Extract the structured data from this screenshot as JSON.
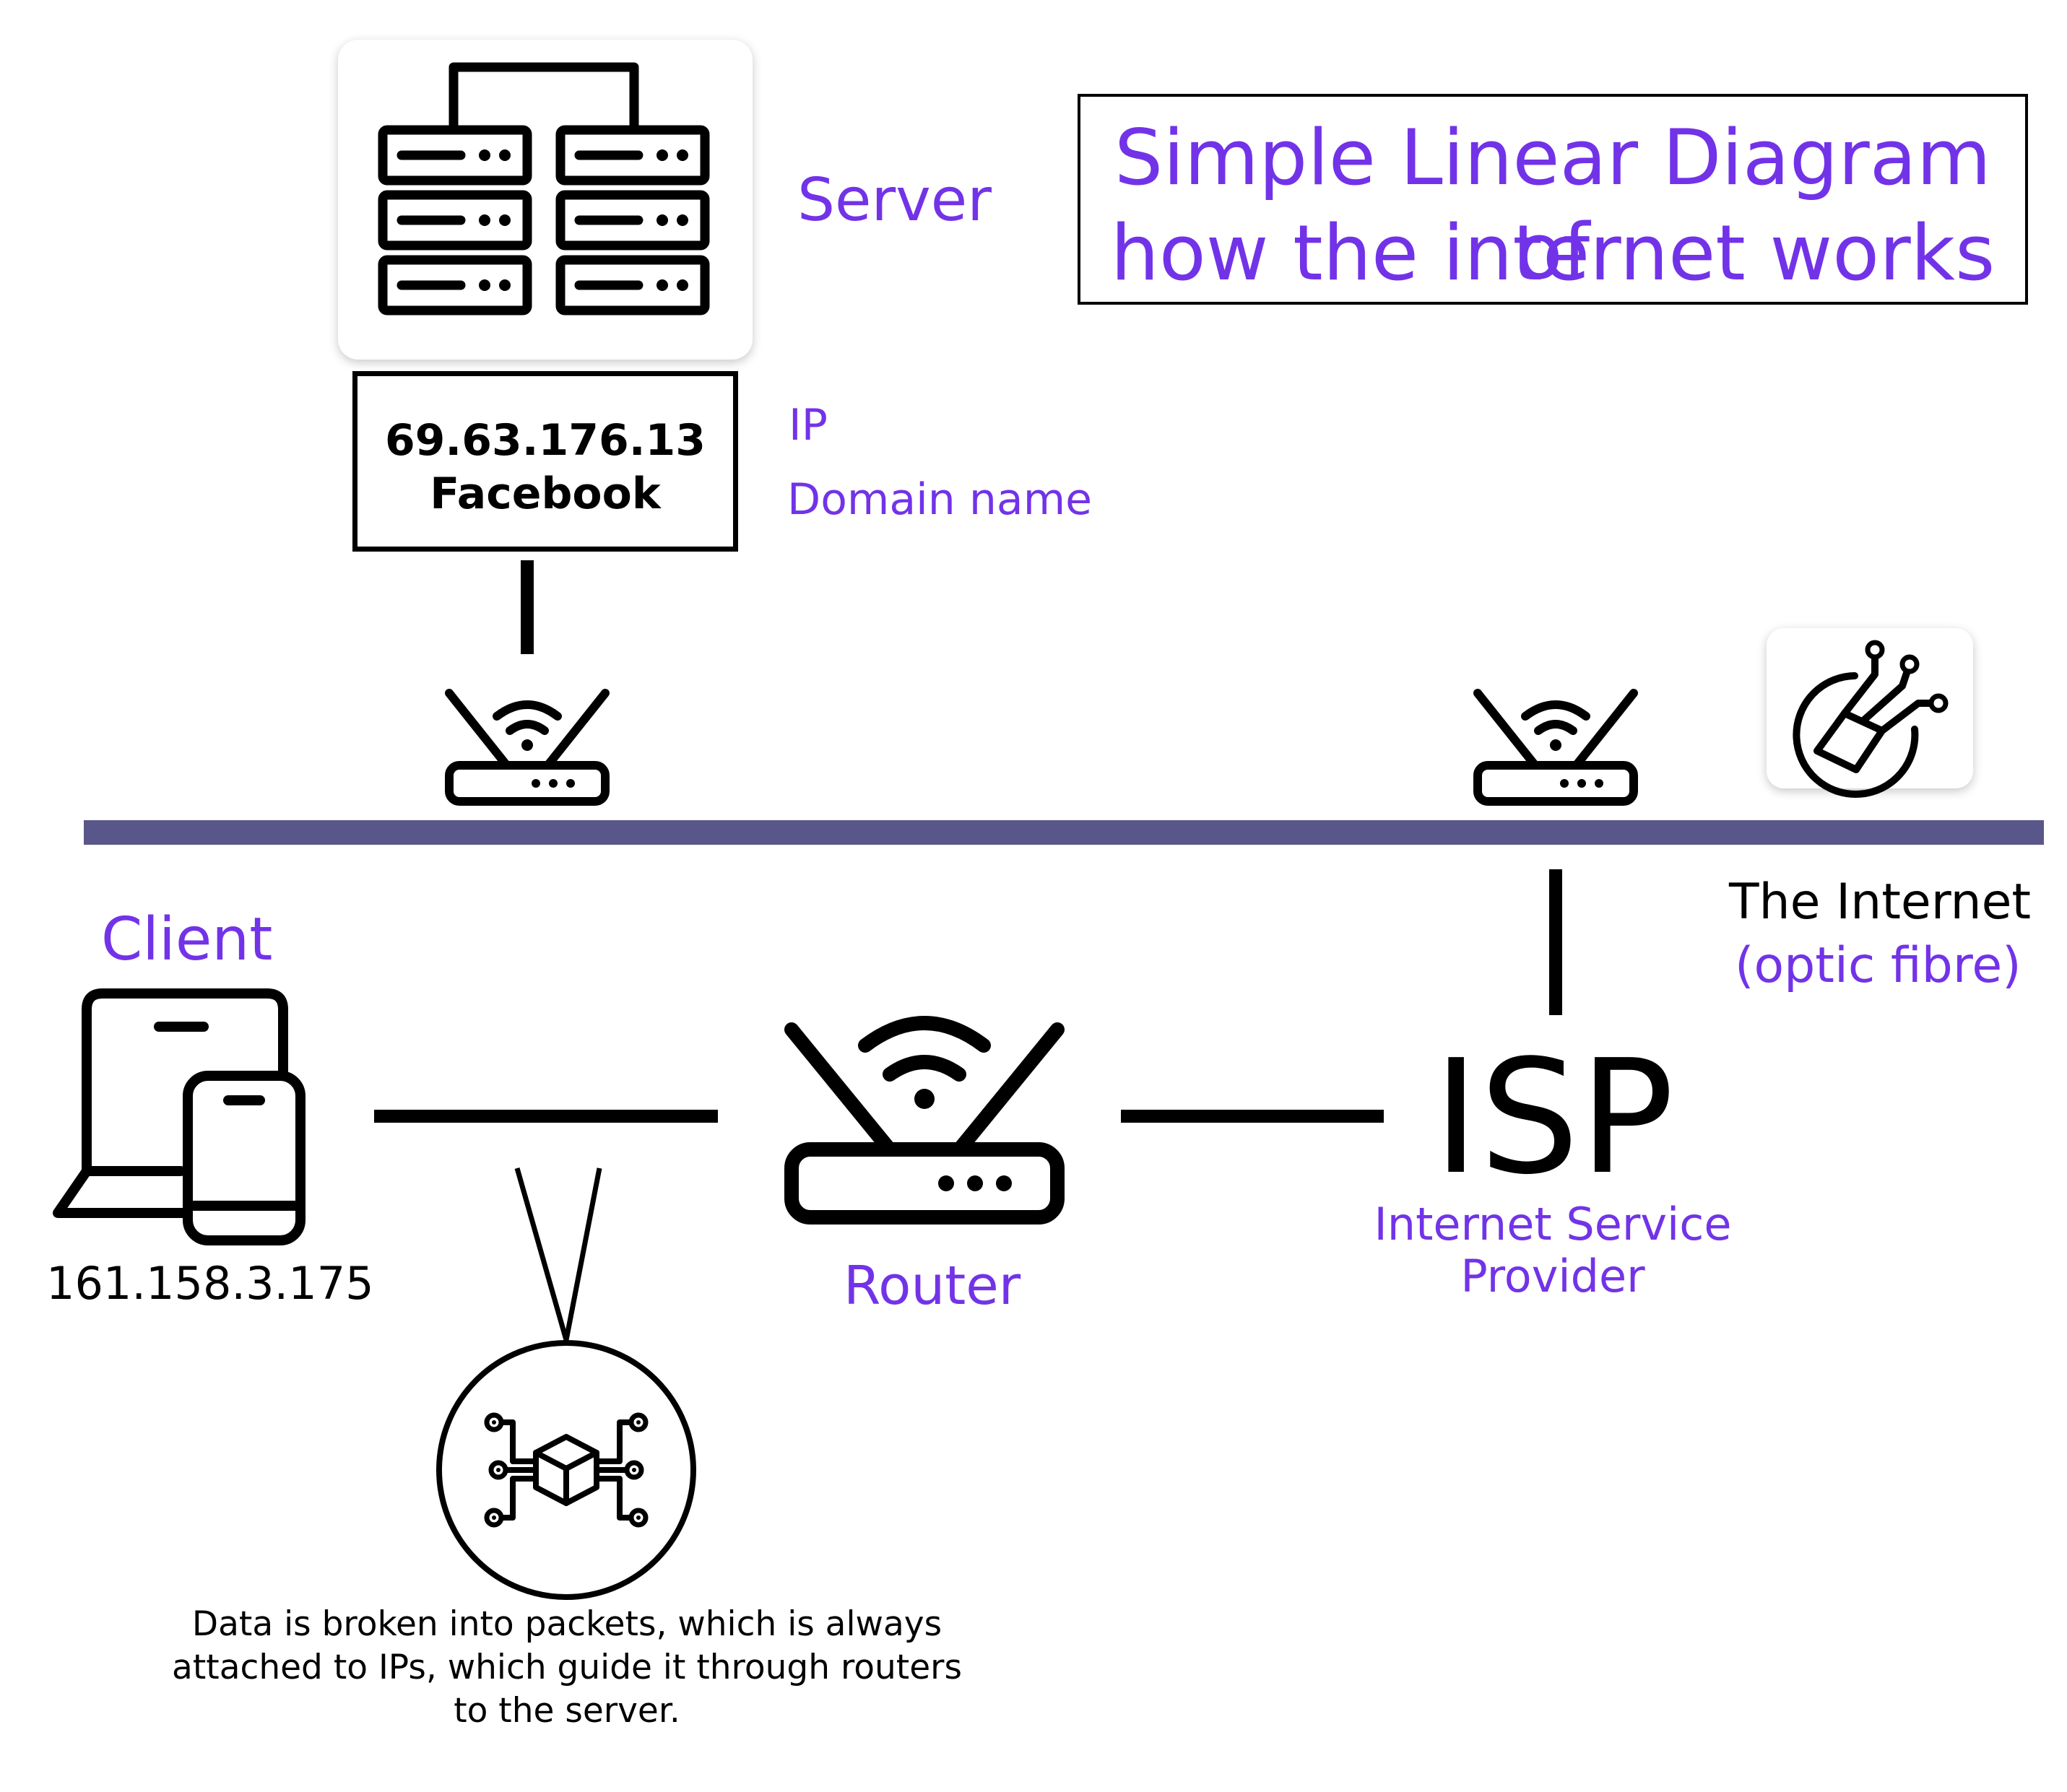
{
  "title": {
    "line1": "Simple Linear Diagram of",
    "line2": "how the internet works"
  },
  "server": {
    "label": "Server",
    "ip_value": "69.63.176.13",
    "domain_value": "Facebook",
    "ip_caption": "IP",
    "domain_caption": "Domain name",
    "icon": "server-rack-icon"
  },
  "internet": {
    "label": "The Internet",
    "sublabel": "(optic fibre)",
    "line_color": "#595689",
    "fibre_icon": "optic-fibre-icon"
  },
  "client": {
    "label": "Client",
    "ip_value": "161.158.3.175",
    "icon": "laptop-phone-icon"
  },
  "router": {
    "label": "Router",
    "icon": "wifi-router-icon"
  },
  "isp": {
    "abbr": "ISP",
    "full_line1": "Internet Service",
    "full_line2": "Provider"
  },
  "packet": {
    "icon": "data-packet-icon",
    "caption_line1": "Data is broken into packets, which is always",
    "caption_line2": "attached to IPs, which guide it through routers",
    "caption_line3": "to the server."
  },
  "colors": {
    "accent": "#7233e8",
    "text": "#000000",
    "internet_line": "#595689"
  }
}
